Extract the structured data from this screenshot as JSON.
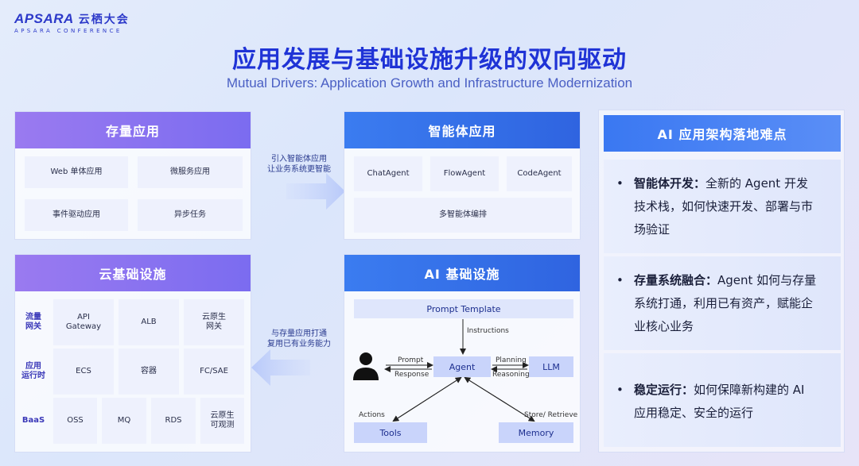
{
  "logo": {
    "brand": "APSARA",
    "brand_cn": "云栖大会",
    "tagline": "APSARA CONFERENCE"
  },
  "title": "应用发展与基础设施升级的双向驱动",
  "subtitle": "Mutual Drivers: Application Growth and Infrastructure Modernization",
  "legacy_apps": {
    "header": "存量应用",
    "items": [
      "Web 单体应用",
      "微服务应用",
      "事件驱动应用",
      "异步任务"
    ]
  },
  "arrow_top": {
    "line1": "引入智能体应用",
    "line2": "让业务系统更智能"
  },
  "agent_apps": {
    "header": "智能体应用",
    "items": [
      "ChatAgent",
      "FlowAgent",
      "CodeAgent"
    ],
    "multi": "多智能体编排"
  },
  "cloud_infra": {
    "header": "云基础设施",
    "rows": [
      {
        "label": "流量\n网关",
        "cells": [
          "API\nGateway",
          "ALB",
          "云原生\n网关"
        ]
      },
      {
        "label": "应用\n运行时",
        "cells": [
          "ECS",
          "容器",
          "FC/SAE"
        ]
      },
      {
        "label": "BaaS",
        "cells": [
          "OSS",
          "MQ",
          "RDS",
          "云原生\n可观测"
        ]
      }
    ]
  },
  "arrow_bottom": {
    "line1": "与存量应用打通",
    "line2": "复用已有业务能力"
  },
  "ai_infra": {
    "header": "AI 基础设施",
    "prompt_template": "Prompt Template",
    "instructions": "Instructions",
    "agent": "Agent",
    "llm": "LLM",
    "prompt": "Prompt",
    "response": "Response",
    "planning": "Planning",
    "reasoning": "Reasoning",
    "actions": "Actions",
    "store_retrieve": "Store/ Retrieve",
    "tools": "Tools",
    "memory": "Memory"
  },
  "challenges": {
    "header": "AI 应用架构落地难点",
    "points": [
      {
        "bold": "智能体开发：",
        "line1": "全新的 Agent 开发",
        "line2": "技术栈，如何快速开发、部署与市",
        "line3": "场验证"
      },
      {
        "bold": "存量系统融合：",
        "line1": "Agent 如何与存量",
        "line2": "系统打通，利用已有资产，赋能企",
        "line3": "业核心业务"
      },
      {
        "bold": "稳定运行：",
        "line1": "如何保障新构建的 AI",
        "line2": "应用稳定、安全的运行",
        "line3": ""
      }
    ]
  },
  "colors": {
    "title": "#1f33d6",
    "purple": "#8a74f0",
    "blue": "#3170e8"
  }
}
